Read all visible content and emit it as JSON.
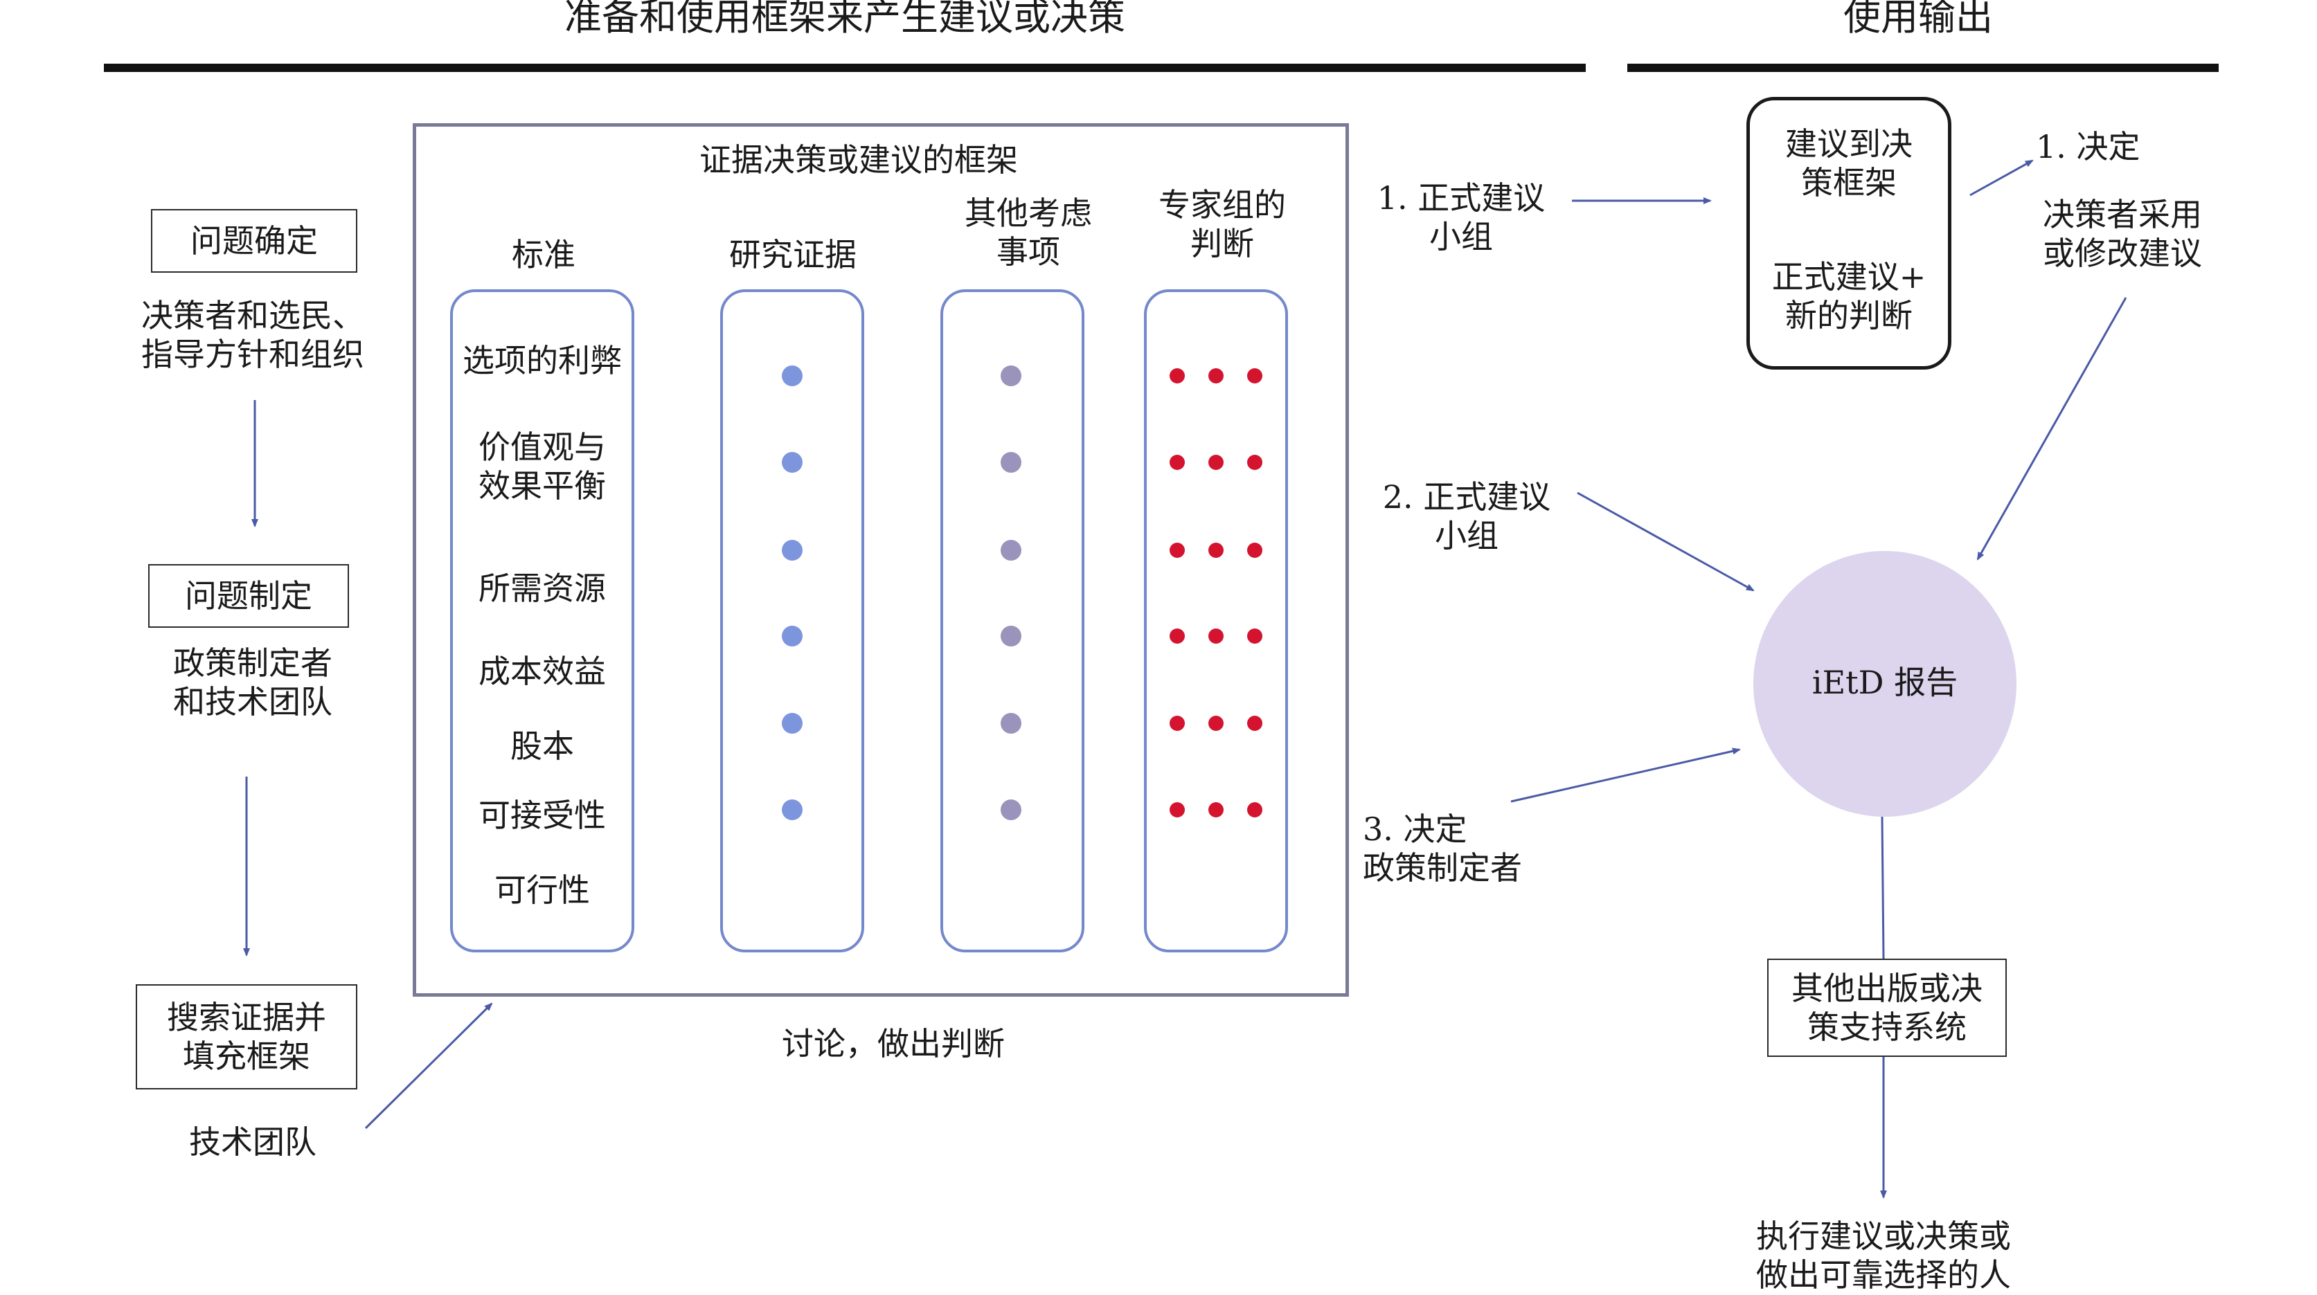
{
  "headers": {
    "left": "准备和使用框架来产生建议或决策",
    "right": "使用输出"
  },
  "left_flow": [
    {
      "box": "问题确定",
      "caption": [
        "决策者和选民、",
        "指导方针和组织"
      ]
    },
    {
      "box": "问题制定",
      "caption": [
        "政策制定者",
        "和技术团队"
      ]
    },
    {
      "box": [
        "搜索证据并",
        "填充框架"
      ],
      "caption": [
        "技术团队"
      ]
    }
  ],
  "framework": {
    "title": "证据决策或建议的框架",
    "columns": [
      {
        "header": [
          "标准"
        ]
      },
      {
        "header": [
          "研究证据"
        ]
      },
      {
        "header": [
          "其他考虑",
          "事项"
        ]
      },
      {
        "header": [
          "专家组的",
          "判断"
        ]
      }
    ],
    "criteria": [
      "选项的利弊",
      "价值观与效果平衡",
      "所需资源",
      "成本效益",
      "股本",
      "可接受性",
      "可行性"
    ],
    "criteria_display": [
      [
        "选项的利弊"
      ],
      [
        "价值观与",
        "效果平衡"
      ],
      [
        "所需资源"
      ],
      [
        "成本效益"
      ],
      [
        "股本"
      ],
      [
        "可接受性"
      ],
      [
        "可行性"
      ]
    ],
    "caption": "讨论，做出判断"
  },
  "paths": [
    {
      "label": [
        "1. 正式建议",
        "小组"
      ]
    },
    {
      "label": [
        "2. 正式建议",
        "小组"
      ]
    },
    {
      "label": [
        "3. 决定",
        "政策制定者"
      ]
    }
  ],
  "output": {
    "decision_box": [
      [
        "建议到决",
        "策框架"
      ],
      [
        "正式建议+",
        "新的判断"
      ]
    ],
    "decide": {
      "label": "1. 决定",
      "caption": [
        "决策者采用",
        "或修改建议"
      ]
    },
    "report": "iEtD 报告",
    "other_box": [
      "其他出版或决",
      "策支持系统"
    ],
    "final": [
      "执行建议或决策或",
      "做出可靠选择的人"
    ]
  },
  "colors": {
    "line": "#4a5aa6",
    "rule": "#111111",
    "column_border": "#7488cc",
    "frame_border": "#7a7a96",
    "dot_blue": "#7d95dd",
    "dot_gray": "#9a93bb",
    "dot_red": "#d4142e",
    "report_fill": "#ddd5ee"
  }
}
